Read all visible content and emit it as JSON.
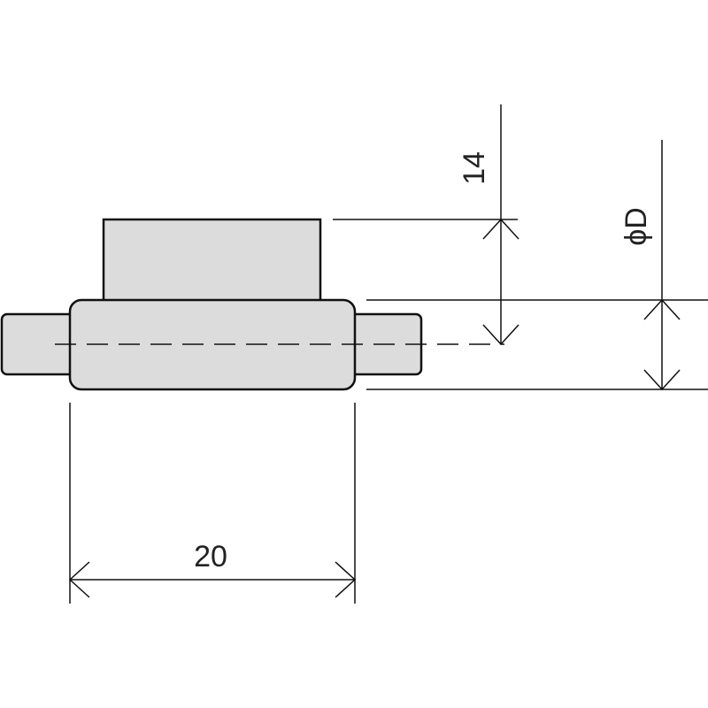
{
  "diagram": {
    "dimensions": {
      "length_label": "20",
      "height_label": "14",
      "diameter_label": "ϕD"
    },
    "colors": {
      "part_fill": "#dcdcdc",
      "outline": "#111111",
      "background": "#ffffff"
    }
  }
}
